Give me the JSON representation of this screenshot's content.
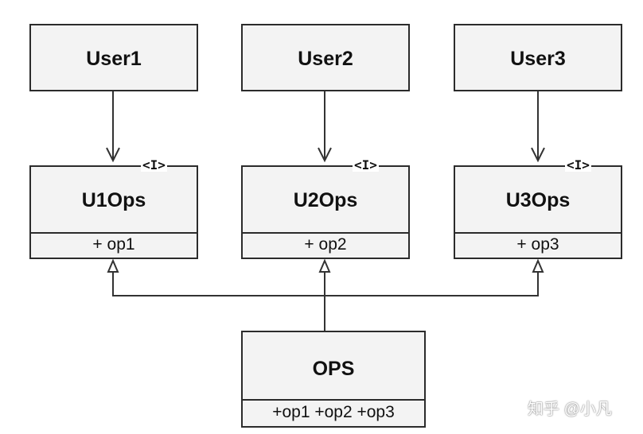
{
  "users": [
    {
      "title": "User1"
    },
    {
      "title": "User2"
    },
    {
      "title": "User3"
    }
  ],
  "interfaces": [
    {
      "stereotype": "<I>",
      "title": "U1Ops",
      "operation": "+ op1"
    },
    {
      "stereotype": "<I>",
      "title": "U2Ops",
      "operation": "+ op2"
    },
    {
      "stereotype": "<I>",
      "title": "U3Ops",
      "operation": "+ op3"
    }
  ],
  "implementation": {
    "title": "OPS",
    "operations": "+op1 +op2 +op3"
  },
  "watermark": "知乎 @小凡"
}
